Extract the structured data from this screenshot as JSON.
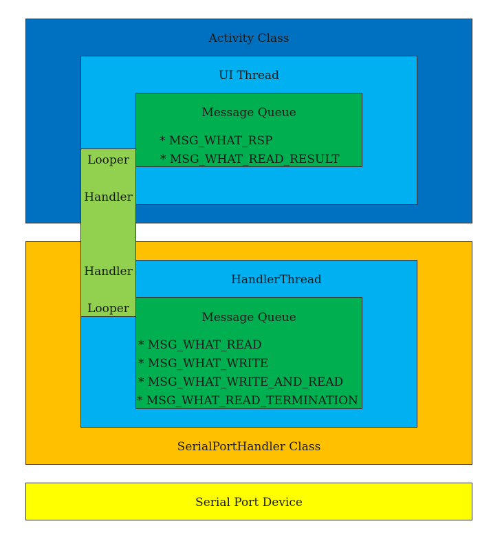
{
  "colors": {
    "activity_class": "#0070c0",
    "thread": "#00b0f0",
    "message_queue": "#00b050",
    "handler_looper": "#92d050",
    "serialport_class": "#ffc000",
    "serial_device": "#ffff00"
  },
  "activity": {
    "title": "Activity Class",
    "ui_thread": {
      "title": "UI Thread",
      "queue": {
        "title": "Message Queue",
        "messages": [
          "* MSG_WHAT_RSP",
          "* MSG_WHAT_READ_RESULT"
        ]
      }
    }
  },
  "bridge": {
    "upper_looper": "Looper",
    "upper_handler": "Handler",
    "lower_handler": "Handler",
    "lower_looper": "Looper"
  },
  "serialport": {
    "title": "SerialPortHandler Class",
    "handler_thread": {
      "title": "HandlerThread",
      "queue": {
        "title": "Message Queue",
        "messages": [
          "* MSG_WHAT_READ",
          "* MSG_WHAT_WRITE",
          "* MSG_WHAT_WRITE_AND_READ",
          "* MSG_WHAT_READ_TERMINATION"
        ]
      }
    }
  },
  "device": {
    "title": "Serial Port Device"
  }
}
